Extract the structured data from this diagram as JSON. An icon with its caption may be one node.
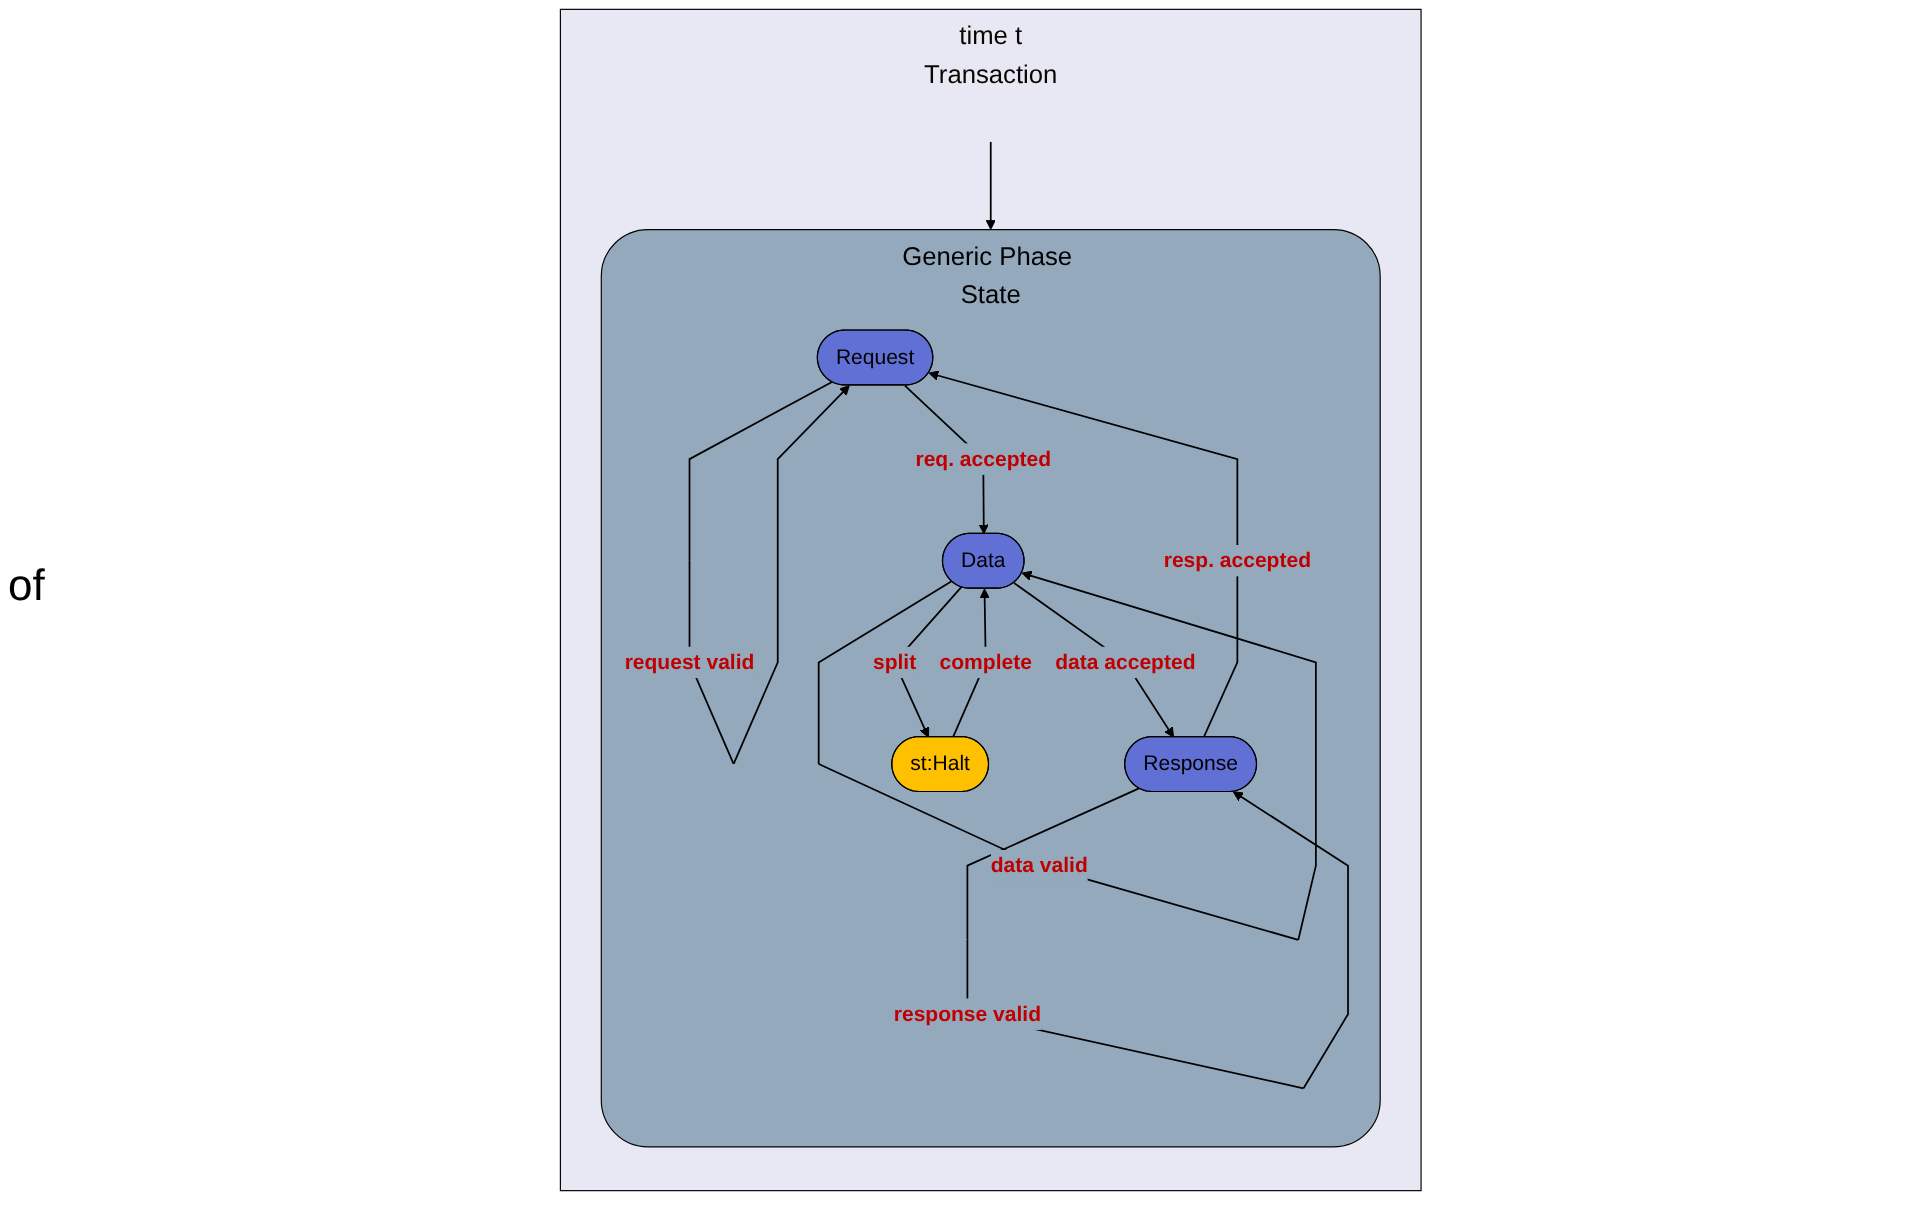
{
  "diagram": {
    "nodes": [
      {
        "text": [
          "time t",
          "Transaction"
        ]
      },
      {
        "text": [
          "Generic Phase State"
        ],
        "in": 0
      },
      {
        "text": [
          "Request"
        ],
        "in": 1
      },
      {
        "text": [
          "st:Halt"
        ],
        "in": 1
      },
      {
        "text": [
          "Response"
        ],
        "in": 1
      },
      {
        "text": [
          "Data"
        ],
        "in": 1
      }
    ],
    "edges": [
      {
        "from": null,
        "to": 1,
        "arrow": "to"
      },
      {
        "from": 2,
        "to": 2,
        "arrow": "to",
        "label": "request valid"
      },
      {
        "from": 2,
        "to": 5,
        "arrow": "to",
        "label": "req. accepted"
      },
      {
        "from": 4,
        "to": 2,
        "arrow": "to",
        "label": "resp. accepted"
      },
      {
        "from": 5,
        "to": 3,
        "arrow": "to",
        "label": "split"
      },
      {
        "from": 3,
        "to": 5,
        "arrow": "to",
        "label": "complete"
      },
      {
        "from": 5,
        "to": 4,
        "arrow": "to",
        "label": "data accepted"
      },
      {
        "from": 4,
        "to": 4,
        "arrow": "to",
        "label": "response valid"
      },
      {
        "from": 5,
        "to": 5,
        "arrow": "to",
        "label": "data valid"
      }
    ],
    "labels": [
      "of"
    ]
  }
}
